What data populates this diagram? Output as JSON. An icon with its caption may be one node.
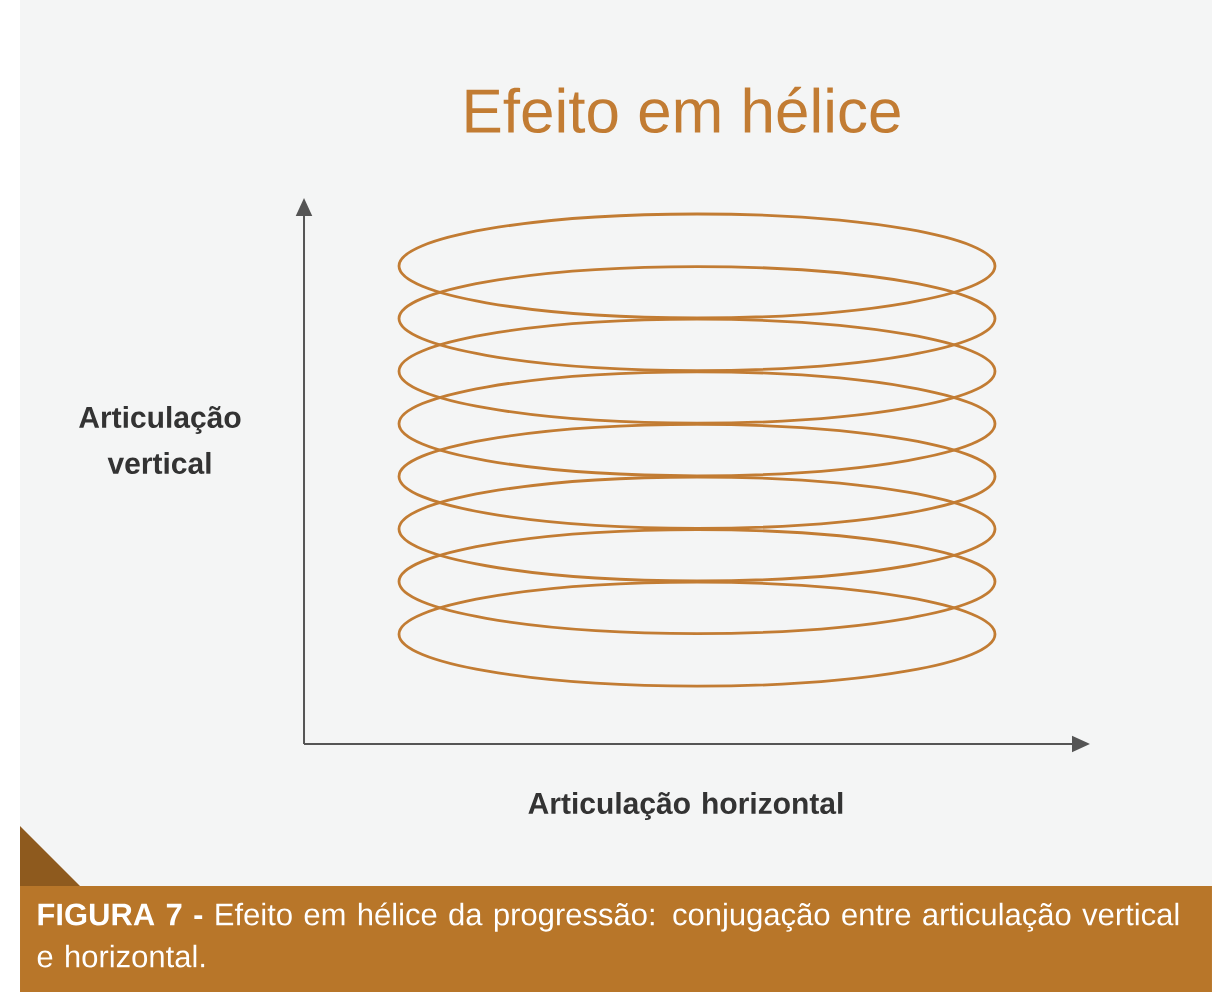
{
  "diagram": {
    "title": "Efeito em hélice",
    "caption": "**FIGURA 7 -** Efeito em hélice da progressão: conjugação entre articulação vertical e horizontal.",
    "labels": [
      "Articulação vertical",
      "Articulação horizontal"
    ]
  }
}
